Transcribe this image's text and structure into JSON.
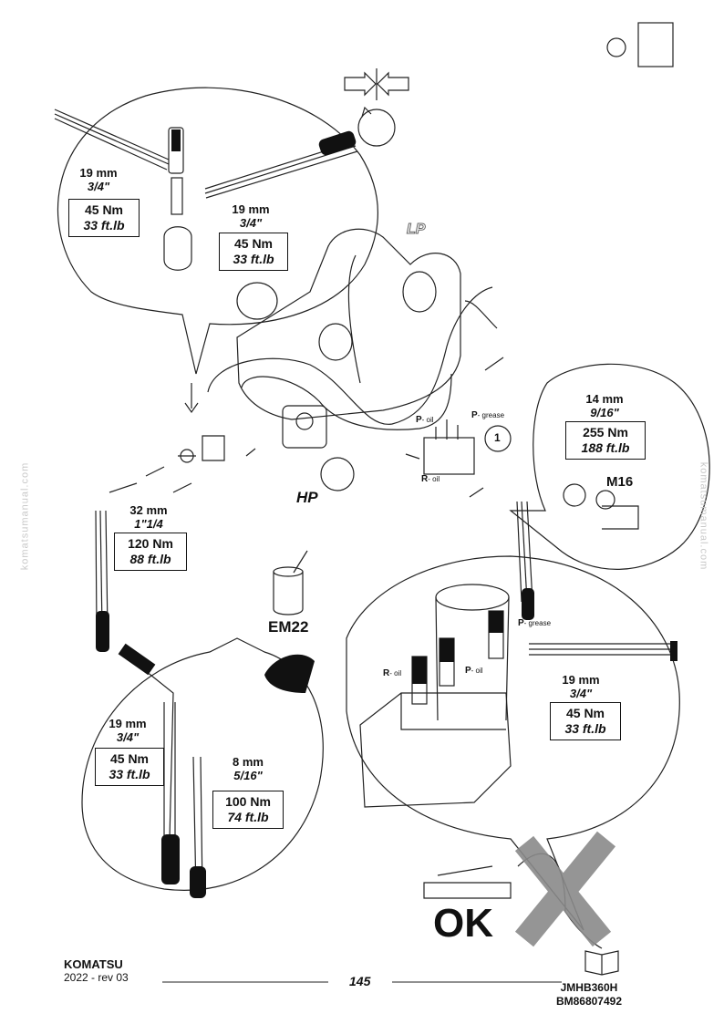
{
  "labels": {
    "lp": "LP",
    "hp": "HP",
    "em22": "EM22",
    "m16": "M16",
    "ok": "OK",
    "callout": "1",
    "p_oil_1": "P",
    "p_oil_1_sub": "- oil",
    "p_grease_1": "P",
    "p_grease_1_sub": "- grease",
    "r_oil_1": "R",
    "r_oil_1_sub": "- oil",
    "p_grease_2": "P",
    "p_grease_2_sub": "- grease",
    "r_oil_2": "R",
    "r_oil_2_sub": "- oil",
    "p_oil_2": "P",
    "p_oil_2_sub": "- oil"
  },
  "specs": [
    {
      "size": "19 mm",
      "inch": "3/4\"",
      "torque_nm": "45 Nm",
      "torque_ft": "33 ft.lb"
    },
    {
      "size": "19 mm",
      "inch": "3/4\"",
      "torque_nm": "45 Nm",
      "torque_ft": "33 ft.lb"
    },
    {
      "size": "14 mm",
      "inch": "9/16\"",
      "torque_nm": "255 Nm",
      "torque_ft": "188 ft.lb"
    },
    {
      "size": "32 mm",
      "inch": "1\"1/4",
      "torque_nm": "120 Nm",
      "torque_ft": "88 ft.lb"
    },
    {
      "size": "19 mm",
      "inch": "3/4\"",
      "torque_nm": "45 Nm",
      "torque_ft": "33 ft.lb"
    },
    {
      "size": "19 mm",
      "inch": "3/4\"",
      "torque_nm": "45 Nm",
      "torque_ft": "33 ft.lb"
    },
    {
      "size": "8 mm",
      "inch": "5/16\"",
      "torque_nm": "100 Nm",
      "torque_ft": "74 ft.lb"
    }
  ],
  "watermark": "komatsumanual.com",
  "footer": {
    "brand": "KOMATSU",
    "revision": "2022 -  rev 03",
    "page": "145",
    "model": "JMHB360H",
    "doc_code": "BM86807492"
  }
}
